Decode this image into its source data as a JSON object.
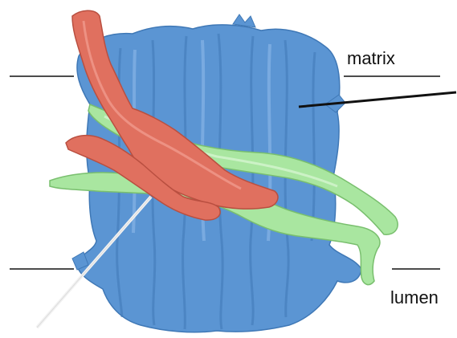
{
  "labels": {
    "matrix": "matrix",
    "lumen": "lumen"
  },
  "colors": {
    "background": "#ffffff",
    "protein_blue": "#5b95d3",
    "protein_blue_dark": "#3f78b6",
    "protein_blue_light": "#86b4e6",
    "helix_red": "#e0705f",
    "helix_red_dark": "#b94f40",
    "helix_green": "#a9e6a0",
    "helix_green_dark": "#79bf6e",
    "line_black": "#111111",
    "line_white": "#f2f2f2"
  },
  "icons": {
    "blue_structure": "membrane-protein-density",
    "red_structure": "red-helix-density",
    "green_structure": "green-helix-density"
  }
}
